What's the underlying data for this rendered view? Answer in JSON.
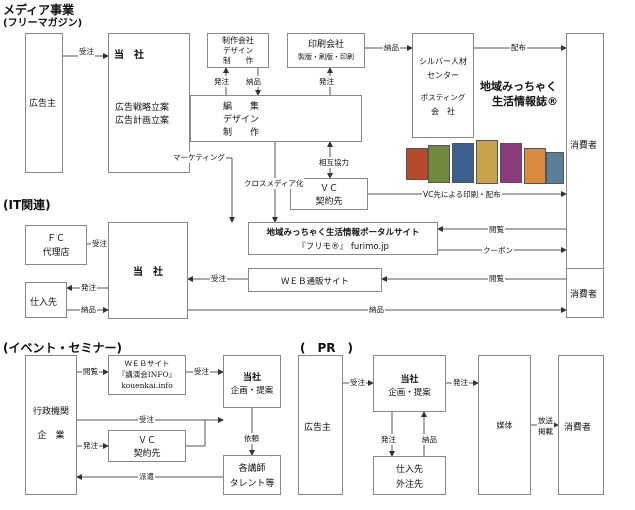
{
  "sections": {
    "media": "メディア事業",
    "media_sub": "(フリーマガジン)",
    "it": "(IT関連)",
    "event": "(イベント・セミナー)",
    "pr": "(　PR　)"
  },
  "media": {
    "advertiser": "広告主",
    "company": "当　社",
    "strategy_line1": "広告戦略立案",
    "strategy_line2": "広告計画立案",
    "edit_line1": "編　　集",
    "edit_line2": "デザイン",
    "edit_line3": "制　　作",
    "production_line1": "制作会社",
    "production_line2": "デザイン",
    "production_line3": "制　　作",
    "printing_line1": "印刷会社",
    "printing_line2": "製版・刷版・印刷",
    "silver_line1": "シルバー人材",
    "silver_line2": "センター",
    "silver_line3": "ポスティング",
    "silver_line4": "会　社",
    "magazine_line1": "地域みっちゃく",
    "magazine_line2": "生活情報誌®",
    "consumer": "消費者",
    "vc_line1": "ＶＣ",
    "vc_line2": "契約先",
    "portal_line1": "地域みっちゃく生活情報ポータルサイト",
    "portal_line2": "『フリモ®』 furimo.jp",
    "labels": {
      "order": "受注",
      "hatchu": "発注",
      "nohin": "納品",
      "haifu": "配布",
      "marketing": "マーケティング",
      "cross_media": "クロスメディア化",
      "mutual": "相互協力",
      "vc_print": "VC先による印刷・配布",
      "view": "閲覧",
      "coupon": "クーポン"
    }
  },
  "it": {
    "fc_line1": "ＦＣ",
    "fc_line2": "代理店",
    "company": "当　社",
    "supplier": "仕入先",
    "web_shop": "ＷＥＢ通販サイト",
    "consumer": "消費者",
    "labels": {
      "order": "受注",
      "hatchu": "発注",
      "nohin": "納品",
      "view": "閲覧",
      "nohin_long": "納品"
    }
  },
  "event": {
    "gov_line1": "行政機関",
    "gov_line2": "企　業",
    "web_line1": "ＷＥＢサイト",
    "web_line2": "『講演会INFO』",
    "web_line3": "kouenkai.info",
    "company_line1": "当社",
    "company_line2": "企画・提案",
    "vc_line1": "ＶＣ",
    "vc_line2": "契約先",
    "lecturer_line1": "各講師",
    "lecturer_line2": "タレント等",
    "labels": {
      "view": "閲覧",
      "order": "受注",
      "order2": "受注",
      "hatchu": "発注",
      "request": "依頼",
      "dispatch": "派遣"
    }
  },
  "pr": {
    "advertiser": "広告主",
    "company_line1": "当社",
    "company_line2": "企画・提案",
    "supplier_line1": "仕入先",
    "supplier_line2": "外注先",
    "media": "媒体",
    "consumer": "消費者",
    "labels": {
      "order": "受注",
      "order2": "発注",
      "hatchu": "発注",
      "nohin": "納品",
      "broadcast_line1": "放送",
      "broadcast_line2": "掲載"
    }
  }
}
